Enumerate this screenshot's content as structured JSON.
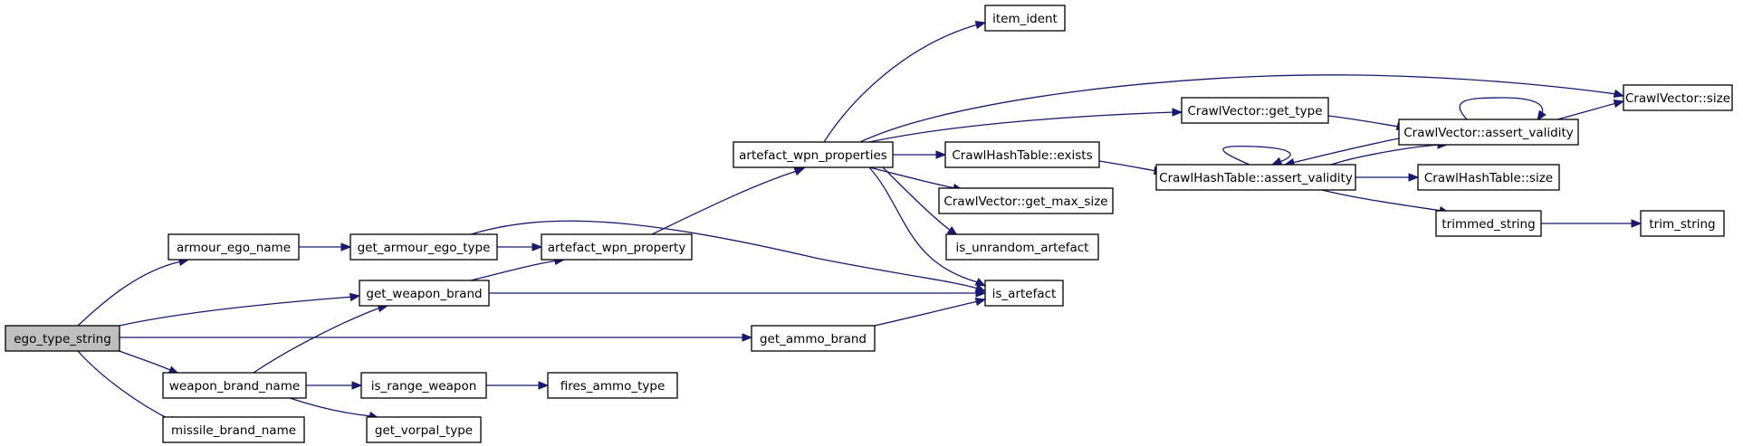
{
  "colors": {
    "edge": "#191970",
    "root_fill": "#bfbfbf",
    "node_fill": "#ffffff",
    "border": "#000000"
  },
  "nodes": {
    "ego_type_string": "ego_type_string",
    "armour_ego_name": "armour_ego_name",
    "weapon_brand_name": "weapon_brand_name",
    "missile_brand_name": "missile_brand_name",
    "get_armour_ego_type": "get_armour_ego_type",
    "get_weapon_brand": "get_weapon_brand",
    "is_range_weapon": "is_range_weapon",
    "get_vorpal_type": "get_vorpal_type",
    "artefact_wpn_property": "artefact_wpn_property",
    "fires_ammo_type": "fires_ammo_type",
    "artefact_wpn_properties": "artefact_wpn_properties",
    "get_ammo_brand": "get_ammo_brand",
    "item_ident": "item_ident",
    "cv_get_type": "CrawlVector::get_type",
    "cht_exists": "CrawlHashTable::exists",
    "cv_get_max_size": "CrawlVector::get_max_size",
    "is_unrandom_artefact": "is_unrandom_artefact",
    "is_artefact": "is_artefact",
    "cht_assert_validity": "CrawlHashTable::assert_validity",
    "cv_assert_validity": "CrawlVector::assert_validity",
    "cht_size": "CrawlHashTable::size",
    "trimmed_string": "trimmed_string",
    "trim_string": "trim_string",
    "cv_size": "CrawlVector::size"
  }
}
